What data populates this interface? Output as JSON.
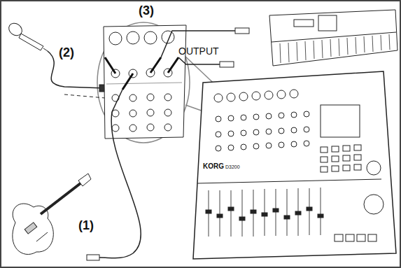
{
  "diagram": {
    "labels": [
      "(2)",
      "(3)",
      "OUTPUT",
      "(1)",
      "KORG",
      "D3200"
    ]
  }
}
